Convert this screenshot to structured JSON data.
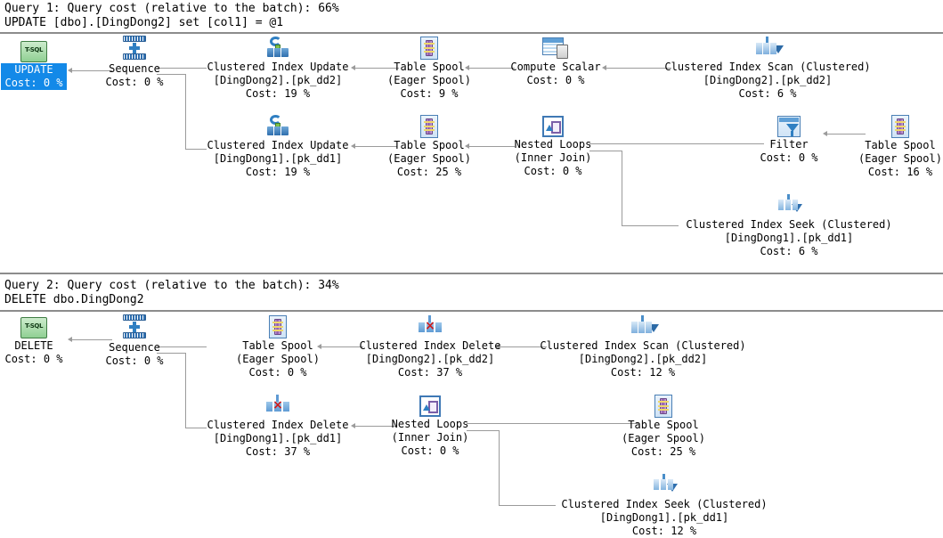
{
  "document": {
    "title": "SQL Server Execution Plan",
    "background": "#ffffff",
    "selection_color": "#1389e8",
    "connector_color": "#9b9b9b"
  },
  "queries": [
    {
      "header_line1": "Query 1: Query cost (relative to the batch): 66%",
      "header_line2": "UPDATE [dbo].[DingDong2] set [col1] = @1",
      "cost_percent": 66,
      "statement": "UPDATE [dbo].[DingDong2] set [col1] = @1",
      "nodes": [
        {
          "id": "q1-result",
          "icon": "tsql-statement-icon",
          "line1": "UPDATE",
          "line2": "Cost: 0 %",
          "selected": true
        },
        {
          "id": "q1-sequence",
          "icon": "sequence-icon",
          "line1": "Sequence",
          "line2": "Cost: 0 %",
          "selected": false
        },
        {
          "id": "q1-ciu-dd2",
          "icon": "clustered-index-update-icon",
          "line1": "Clustered Index Update",
          "line2": "[DingDong2].[pk_dd2]",
          "line3": "Cost: 19 %",
          "selected": false
        },
        {
          "id": "q1-spool-9",
          "icon": "table-spool-icon",
          "line1": "Table Spool",
          "line2": "(Eager Spool)",
          "line3": "Cost: 9 %",
          "selected": false
        },
        {
          "id": "q1-compute-scalar",
          "icon": "compute-scalar-icon",
          "line1": "Compute Scalar",
          "line2": "Cost: 0 %",
          "selected": false
        },
        {
          "id": "q1-cis-dd2",
          "icon": "clustered-index-scan-icon",
          "line1": "Clustered Index Scan (Clustered)",
          "line2": "[DingDong2].[pk_dd2]",
          "line3": "Cost: 6 %",
          "selected": false
        },
        {
          "id": "q1-ciu-dd1",
          "icon": "clustered-index-update-icon",
          "line1": "Clustered Index Update",
          "line2": "[DingDong1].[pk_dd1]",
          "line3": "Cost: 19 %",
          "selected": false
        },
        {
          "id": "q1-spool-25",
          "icon": "table-spool-icon",
          "line1": "Table Spool",
          "line2": "(Eager Spool)",
          "line3": "Cost: 25 %",
          "selected": false
        },
        {
          "id": "q1-nested-loops",
          "icon": "nested-loops-icon",
          "line1": "Nested Loops",
          "line2": "(Inner Join)",
          "line3": "Cost: 0 %",
          "selected": false
        },
        {
          "id": "q1-filter",
          "icon": "filter-icon",
          "line1": "Filter",
          "line2": "Cost: 0 %",
          "selected": false
        },
        {
          "id": "q1-spool-16",
          "icon": "table-spool-icon",
          "line1": "Table Spool",
          "line2": "(Eager Spool)",
          "line3": "Cost: 16 %",
          "selected": false
        },
        {
          "id": "q1-cisk-dd1",
          "icon": "clustered-index-seek-icon",
          "line1": "Clustered Index Seek (Clustered)",
          "line2": "[DingDong1].[pk_dd1]",
          "line3": "Cost: 6 %",
          "selected": false
        }
      ]
    },
    {
      "header_line1": "Query 2: Query cost (relative to the batch): 34%",
      "header_line2": "DELETE dbo.DingDong2",
      "cost_percent": 34,
      "statement": "DELETE dbo.DingDong2",
      "nodes": [
        {
          "id": "q2-result",
          "icon": "tsql-statement-icon",
          "line1": "DELETE",
          "line2": "Cost: 0 %",
          "selected": false
        },
        {
          "id": "q2-sequence",
          "icon": "sequence-icon",
          "line1": "Sequence",
          "line2": "Cost: 0 %",
          "selected": false
        },
        {
          "id": "q2-spool-0",
          "icon": "table-spool-icon",
          "line1": "Table Spool",
          "line2": "(Eager Spool)",
          "line3": "Cost: 0 %",
          "selected": false
        },
        {
          "id": "q2-cid-dd2",
          "icon": "clustered-index-delete-icon",
          "line1": "Clustered Index Delete",
          "line2": "[DingDong2].[pk_dd2]",
          "line3": "Cost: 37 %",
          "selected": false
        },
        {
          "id": "q2-cis-dd2",
          "icon": "clustered-index-scan-icon",
          "line1": "Clustered Index Scan (Clustered)",
          "line2": "[DingDong2].[pk_dd2]",
          "line3": "Cost: 12 %",
          "selected": false
        },
        {
          "id": "q2-cid-dd1",
          "icon": "clustered-index-delete-icon",
          "line1": "Clustered Index Delete",
          "line2": "[DingDong1].[pk_dd1]",
          "line3": "Cost: 37 %",
          "selected": false
        },
        {
          "id": "q2-nested-loops",
          "icon": "nested-loops-icon",
          "line1": "Nested Loops",
          "line2": "(Inner Join)",
          "line3": "Cost: 0 %",
          "selected": false
        },
        {
          "id": "q2-spool-25",
          "icon": "table-spool-icon",
          "line1": "Table Spool",
          "line2": "(Eager Spool)",
          "line3": "Cost: 25 %",
          "selected": false
        },
        {
          "id": "q2-cisk-dd1",
          "icon": "clustered-index-seek-icon",
          "line1": "Clustered Index Seek (Clustered)",
          "line2": "[DingDong1].[pk_dd1]",
          "line3": "Cost: 12 %",
          "selected": false
        }
      ]
    }
  ]
}
